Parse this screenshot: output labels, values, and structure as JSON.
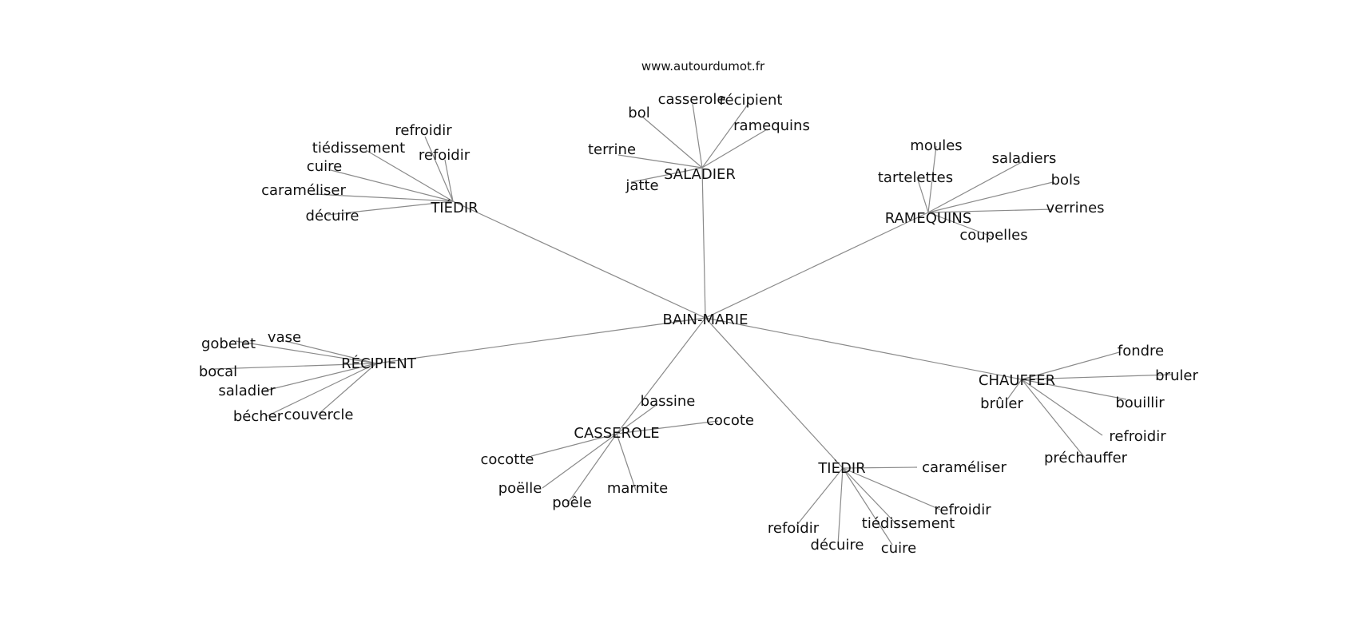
{
  "source_link": "www.autourdumot.fr",
  "graph": {
    "center": "BAIN-MARIE",
    "clusters": [
      {
        "hub": "SALADIER",
        "words": [
          "bol",
          "casserole",
          "récipient",
          "ramequins",
          "terrine",
          "jatte"
        ]
      },
      {
        "hub": "TIÉDIR",
        "words": [
          "refroidir",
          "tiédissement",
          "refoidir",
          "cuire",
          "caraméliser",
          "décuire"
        ]
      },
      {
        "hub": "RAMEQUINS",
        "words": [
          "moules",
          "saladiers",
          "tartelettes",
          "bols",
          "verrines",
          "coupelles"
        ]
      },
      {
        "hub": "RÉCIPIENT",
        "words": [
          "vase",
          "gobelet",
          "bocal",
          "saladier",
          "bécher",
          "couvercle"
        ]
      },
      {
        "hub": "CHAUFFER",
        "words": [
          "fondre",
          "bruler",
          "brûler",
          "bouillir",
          "refroidir",
          "préchauffer"
        ]
      },
      {
        "hub": "CASSEROLE",
        "words": [
          "bassine",
          "cocote",
          "cocotte",
          "poëlle",
          "poêle",
          "marmite"
        ]
      },
      {
        "hub": "TIÈDIR",
        "words": [
          "caraméliser",
          "refroidir",
          "tiédissement",
          "refoidir",
          "décuire",
          "cuire"
        ]
      }
    ]
  }
}
